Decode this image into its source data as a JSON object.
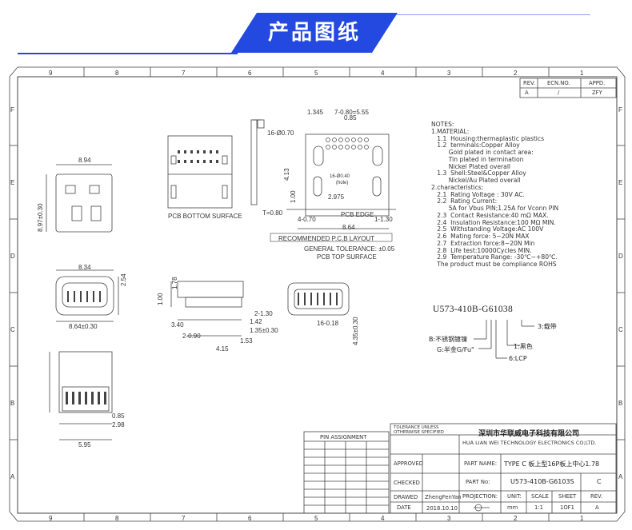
{
  "header": {
    "title": "产品图纸"
  },
  "grid": {
    "top_numbers": [
      "9",
      "8",
      "7",
      "6",
      "5",
      "4",
      "3",
      "2",
      "1"
    ],
    "side_letters": [
      "F",
      "E",
      "D",
      "C",
      "B",
      "A"
    ]
  },
  "revision": {
    "headers": [
      "REV.",
      "ECN.NO.",
      "APPD."
    ],
    "row": [
      "A",
      "/",
      "ZFY"
    ]
  },
  "views": {
    "pcb_bottom": "PCB BOTTOM SURFACE",
    "recommended": "RECOMMENDED P.C.B LAYOUT",
    "tolerance": "GENERAL TOLERANCE: ±0.05",
    "pcb_top": "PCB TOP SURFACE",
    "pcb_edge": "PCB EDGE"
  },
  "dims": {
    "d894": "8.94",
    "d897": "8.97±0.30",
    "d834": "8.34",
    "d254": "2.54",
    "d864": "8.64±0.30",
    "d178": "1.78",
    "d100": "1.00",
    "d340": "3.40",
    "d2_090": "2-0.90",
    "d2_130": "2-1.30",
    "d142": "1.42",
    "d135": "1.35±0.30",
    "d153": "1.53",
    "d415": "4.15",
    "d16_018": "16-0.18",
    "d435": "4.35±0.30",
    "d085": "0.85",
    "d298": "2.98",
    "d595": "5.95",
    "d080": "T=0.80",
    "d1345": "1.345",
    "d085b": "0.85",
    "d080_550": "7-0.80=5.55",
    "d16_070": "16-Ø0.70",
    "d4_070": "4-0.70",
    "d864b": "8.64",
    "d2975": "2.975",
    "d1_130": "1-1.30",
    "d413": "4.13",
    "d100b": "1.00",
    "dhole": "16-Ø0.40",
    "dhole2": "(hole)"
  },
  "notes": {
    "lines": [
      "NOTES:",
      "1.MATERIAL:",
      "   1.1  Housing:thermaplastic plastics",
      "   1.2  terminals:Copper Alloy",
      "         Gold plated in contact area:",
      "         Tin plated in termination",
      "         Nickel Plated overall",
      "   1.3  Shell:Steel&Copper Alloy",
      "         Nickel/Au Plated overall",
      "2.characteristics:",
      "   2.1  Rating Voltage : 30V AC.",
      "   2.2  Rating Current:",
      "         5A for Vbus PIN;1.25A for Vconn PIN",
      "   2.3  Contact Resistance:40 mΩ MAX.",
      "   2.4  Insulation Resistance:100 MΩ MIN.",
      "   2.5  Withstanding Voltage:AC 100V",
      "   2.6  Mating force: 5~20N MAX",
      "   2.7  Extraction force:8~20N Min",
      "   2.8  Life test:10000Cycles MIN.",
      "   2.9  Temperature Range: -30℃~+80℃.",
      "   The product must be compliance ROHS"
    ]
  },
  "part_code": {
    "code": "U573-410B-G61038",
    "callouts": [
      "3:载带",
      "B:不锈钢镀镍",
      "1:黑色",
      "G:半金G/Fu\"",
      "6:LCP"
    ]
  },
  "title_block": {
    "pin_assignment": "PIN ASSIGNMENT",
    "tolerance_note": "TOLERANCE UNLESS OTHERWISE SPECIFIED",
    "company_cn": "深圳市华联威电子科技有限公司",
    "company_en": "HUA LIAN WEI TECHNOLOGY ELECTRONICS CO;LTD.",
    "approved": "APPROVED",
    "checked": "CHECKED",
    "drawed": "DRAWED",
    "drawer": "ZhengFenYan",
    "date_label": "DATE",
    "date": "2018.10.10",
    "part_name_label": "PART NAME:",
    "part_name": "TYPE C 板上型16P板上中心1.78",
    "part_no_label": "PART No:",
    "part_no": "U573-410B-G6103S",
    "rev_letter": "C",
    "projection": "PROJECTION:",
    "unit_label": "UNIT:",
    "scale_label": "SCALE",
    "sheet_label": "SHEET",
    "rev_label": "REV.",
    "unit": "mm",
    "scale": "1:1",
    "sheet": "1OF1",
    "rev": "A"
  },
  "colors": {
    "accent": "#1e44d8",
    "banner": "#2349e0",
    "line": "#444444"
  }
}
